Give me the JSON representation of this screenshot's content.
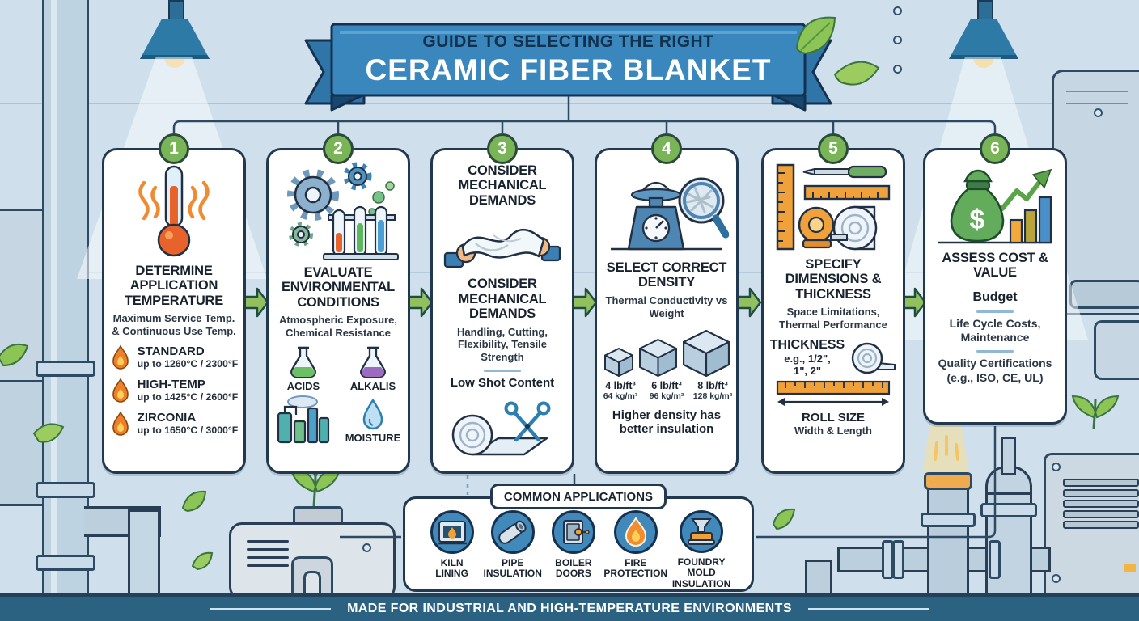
{
  "banner": {
    "line1": "GUIDE TO SELECTING THE RIGHT",
    "line2": "CERAMIC FIBER BLANKET"
  },
  "steps": [
    {
      "number": "1",
      "title": "DETERMINE APPLICATION TEMPERATURE",
      "subtitle": "Maximum Service Temp. & Continuous Use Temp.",
      "items": [
        {
          "label": "STANDARD",
          "detail": "up to 1260°C / 2300°F"
        },
        {
          "label": "HIGH-TEMP",
          "detail": "up to 1425°C / 2600°F"
        },
        {
          "label": "ZIRCONIA",
          "detail": "up to 1650°C / 3000°F"
        }
      ]
    },
    {
      "number": "2",
      "title": "EVALUATE ENVIRONMENTAL CONDITIONS",
      "subtitle": "Atmospheric Exposure, Chemical Resistance",
      "items": [
        {
          "label": "ACIDS"
        },
        {
          "label": "ALKALIS"
        },
        {
          "label": "MOISTURE"
        }
      ]
    },
    {
      "number": "3",
      "header": "CONSIDER MECHANICAL DEMANDS",
      "title": "CONSIDER MECHANICAL DEMANDS",
      "subtitle": "Handling, Cutting, Flexibility, Tensile Strength",
      "note": "Low Shot Content"
    },
    {
      "number": "4",
      "title": "SELECT CORRECT DENSITY",
      "subtitle": "Thermal Conductivity vs Weight",
      "densities": [
        {
          "lb": "4 lb/ft³",
          "kg": "64 kg/m³"
        },
        {
          "lb": "6 lb/ft³",
          "kg": "96 kg/m²"
        },
        {
          "lb": "8 lb/ft³",
          "kg": "128 kg/m²"
        }
      ],
      "note": "Higher density has better insulation"
    },
    {
      "number": "5",
      "title": "SPECIFY DIMENSIONS & THICKNESS",
      "subtitle": "Space Limitations, Thermal Performance",
      "thickness_label": "THICKNESS",
      "thickness_value": "e.g., 1/2\",\n1\", 2\"",
      "roll_label": "ROLL SIZE",
      "roll_value": "Width & Length"
    },
    {
      "number": "6",
      "title": "ASSESS COST & VALUE",
      "items": [
        {
          "label": "Budget"
        },
        {
          "label": "Life Cycle Costs, Maintenance"
        },
        {
          "label": "Quality Certifications (e.g., ISO, CE, UL)"
        }
      ],
      "icon_dollar": "$"
    }
  ],
  "applications": {
    "title": "COMMON APPLICATIONS",
    "items": [
      {
        "label": "KILN\nLINING"
      },
      {
        "label": "PIPE\nINSULATION"
      },
      {
        "label": "BOILER\nDOORS"
      },
      {
        "label": "FIRE\nPROTECTION"
      },
      {
        "label": "FOUNDRY MOLD\nINSULATION"
      }
    ]
  },
  "footer": {
    "text": "MADE FOR INDUSTRIAL AND HIGH-TEMPERATURE ENVIRONMENTS"
  },
  "colors": {
    "background": "#cfe0ec",
    "banner_blue": "#3a87be",
    "banner_outline": "#132f4c",
    "step_green": "#79b457",
    "arrow_green": "#92c05e",
    "footer_blue": "#2b6181",
    "accent_orange": "#f0a13a",
    "flame_orange": "#ef7f2a",
    "app_circle_blue": "#4289bb",
    "card_border": "#22384e"
  }
}
